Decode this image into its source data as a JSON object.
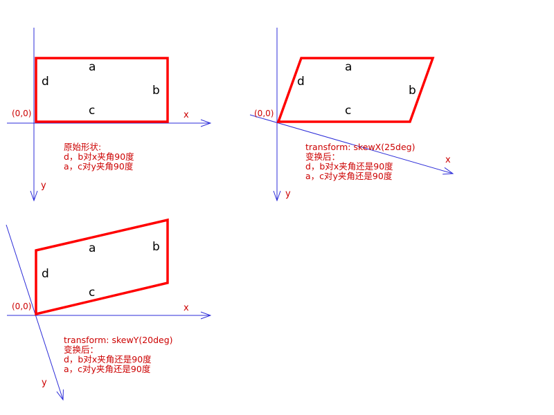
{
  "colors": {
    "axis": "#2b2bd8",
    "shape_outline": "#ff0000",
    "label_text": "#cc0000",
    "shape_letter": "#000000",
    "background": "#ffffff"
  },
  "panels": [
    {
      "id": "original",
      "origin_label": "(0,0)",
      "x_label": "x",
      "y_label": "y",
      "side_labels": {
        "a": "a",
        "b": "b",
        "c": "c",
        "d": "d"
      },
      "note_lines": [
        "原始形状:",
        "d，b对x夹角90度",
        "a，c对y夹角90度"
      ]
    },
    {
      "id": "skew-x",
      "origin_label": "(0,0)",
      "x_label": "x",
      "y_label": "y",
      "side_labels": {
        "a": "a",
        "b": "b",
        "c": "c",
        "d": "d"
      },
      "note_lines": [
        "transform: skewX(25deg)",
        "变换后：",
        "d，b对x夹角还是90度",
        "a，c对y夹角还是90度"
      ]
    },
    {
      "id": "skew-y",
      "origin_label": "(0,0)",
      "x_label": "x",
      "y_label": "y",
      "side_labels": {
        "a": "a",
        "b": "b",
        "c": "c",
        "d": "d"
      },
      "note_lines": [
        "transform: skewY(20deg)",
        "变换后：",
        "d，b对x夹角还是90度",
        "a，c对y夹角还是90度"
      ]
    }
  ]
}
